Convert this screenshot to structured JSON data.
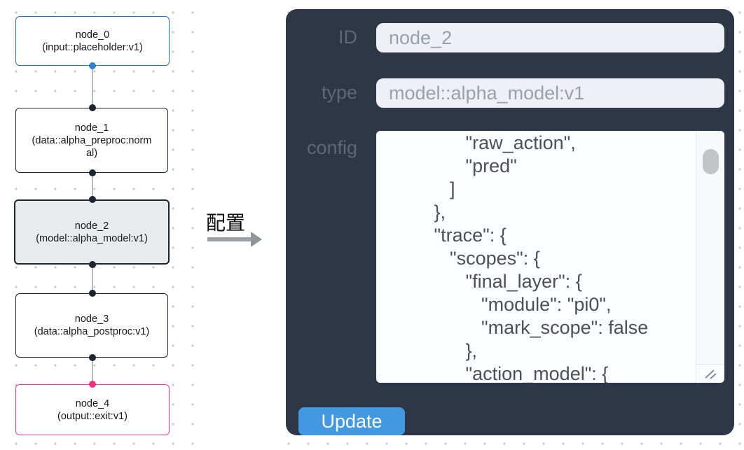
{
  "graph": {
    "nodes": [
      {
        "id": "node_0",
        "subtitle": "(input::placeholder:v1)"
      },
      {
        "id": "node_1",
        "subtitle": "(data::alpha_preproc:normal)"
      },
      {
        "id": "node_2",
        "subtitle": "(model::alpha_model:v1)"
      },
      {
        "id": "node_3",
        "subtitle": "(data::alpha_postproc:v1)"
      },
      {
        "id": "node_4",
        "subtitle": "(output::exit:v1)"
      }
    ]
  },
  "transition": {
    "label": "配置"
  },
  "panel": {
    "id_field": {
      "label": "ID",
      "value": "node_2"
    },
    "type_field": {
      "label": "type",
      "value": "model::alpha_model:v1"
    },
    "config_field": {
      "label": "config",
      "value": "                 \"raw_action\",\n                 \"pred\"\n              ]\n           },\n           \"trace\": {\n              \"scopes\": {\n                 \"final_layer\": {\n                    \"module\": \"pi0\",\n                    \"mark_scope\": false\n                 },\n                 \"action_model\": {"
    },
    "update_button": {
      "label": "Update"
    }
  },
  "colors": {
    "panel_bg": "#2d3748",
    "button_blue": "#4299e1",
    "input_node_border": "#2e6bd0",
    "output_node_border": "#ea3d8c",
    "selected_node_fill": "#e9eaec",
    "default_node_border": "#1d2533",
    "input_field_bg": "#edf1f6"
  }
}
